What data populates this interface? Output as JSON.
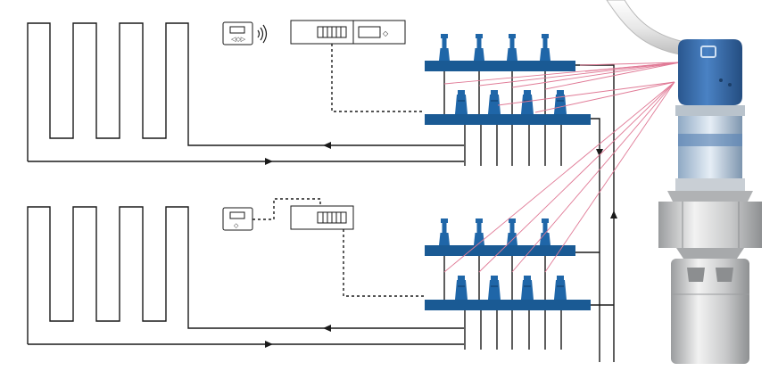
{
  "colors": {
    "manifold": "#1a5a94",
    "valve": "#1f66a8",
    "line": "#1a1a1a",
    "signal": "#e07a96",
    "sensor_cap": "#3b6fb3",
    "sensor_metal": "#d9dadb"
  },
  "icons": {
    "thermostat_wireless": "room-thermostat-wireless-icon",
    "thermostat_wired": "room-thermostat-wired-icon",
    "controller": "zone-controller-icon",
    "sensor": "pressure-sensor-icon"
  },
  "circuits": [
    {
      "name": "circuit-top",
      "connection": "wireless",
      "valve_count": 4
    },
    {
      "name": "circuit-bottom",
      "connection": "wired",
      "valve_count": 4
    }
  ]
}
